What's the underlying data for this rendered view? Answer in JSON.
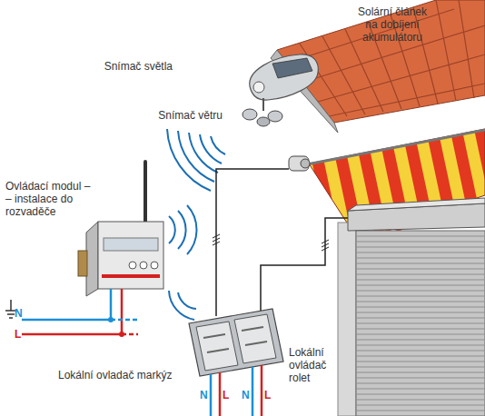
{
  "diagram": {
    "labels": [
      "Solární článek na dobíjení akumulátoru",
      "Snímač světla",
      "Snímač větru",
      "Ovládací modul – – instalace do rozvaděče",
      "N",
      "L",
      "Lokální ovladač markýz",
      "N",
      "L",
      "N",
      "L",
      "Lokální ovládač rolet"
    ]
  }
}
